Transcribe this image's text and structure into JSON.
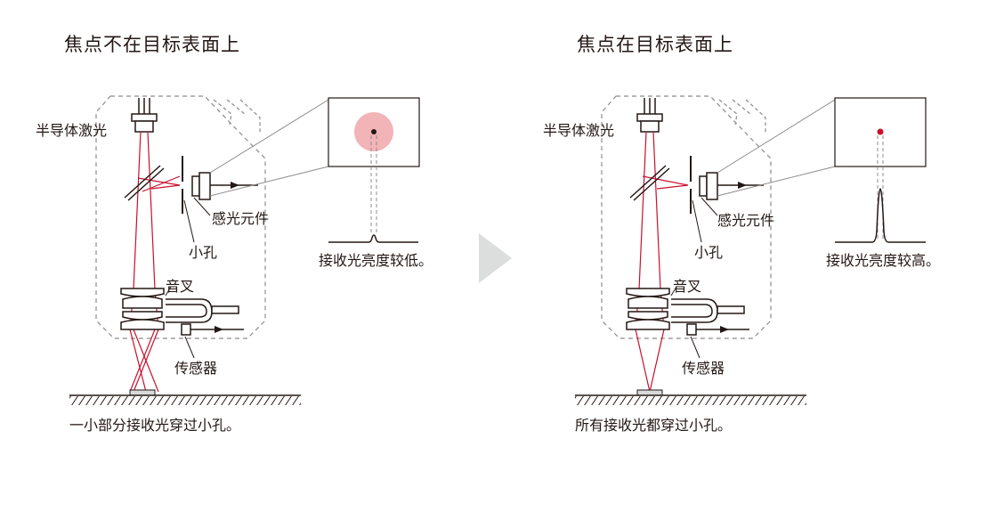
{
  "colors": {
    "laser": "#c8102e",
    "spot_fill": "#f2b4b7",
    "line": "#231815",
    "dash": "#8c8c8c",
    "arrow_gray": "#dcdddd",
    "sample": "#d9d9d9"
  },
  "left_panel": {
    "title": "焦点不在目标表面上",
    "laser_label": "半导体激光",
    "photodetector_label": "感光元件",
    "pinhole_label": "小孔",
    "tuning_fork_label": "音叉",
    "sensor_label": "传感器",
    "result_caption": "接收光亮度较低。",
    "bottom_caption": "一小部分接收光穿过小孔。"
  },
  "right_panel": {
    "title": "焦点在目标表面上",
    "laser_label": "半导体激光",
    "photodetector_label": "感光元件",
    "pinhole_label": "小孔",
    "tuning_fork_label": "音叉",
    "sensor_label": "传感器",
    "result_caption": "接收光亮度较高。",
    "bottom_caption": "所有接收光都穿过小孔。"
  },
  "transition_icon": "chevron-right-icon"
}
